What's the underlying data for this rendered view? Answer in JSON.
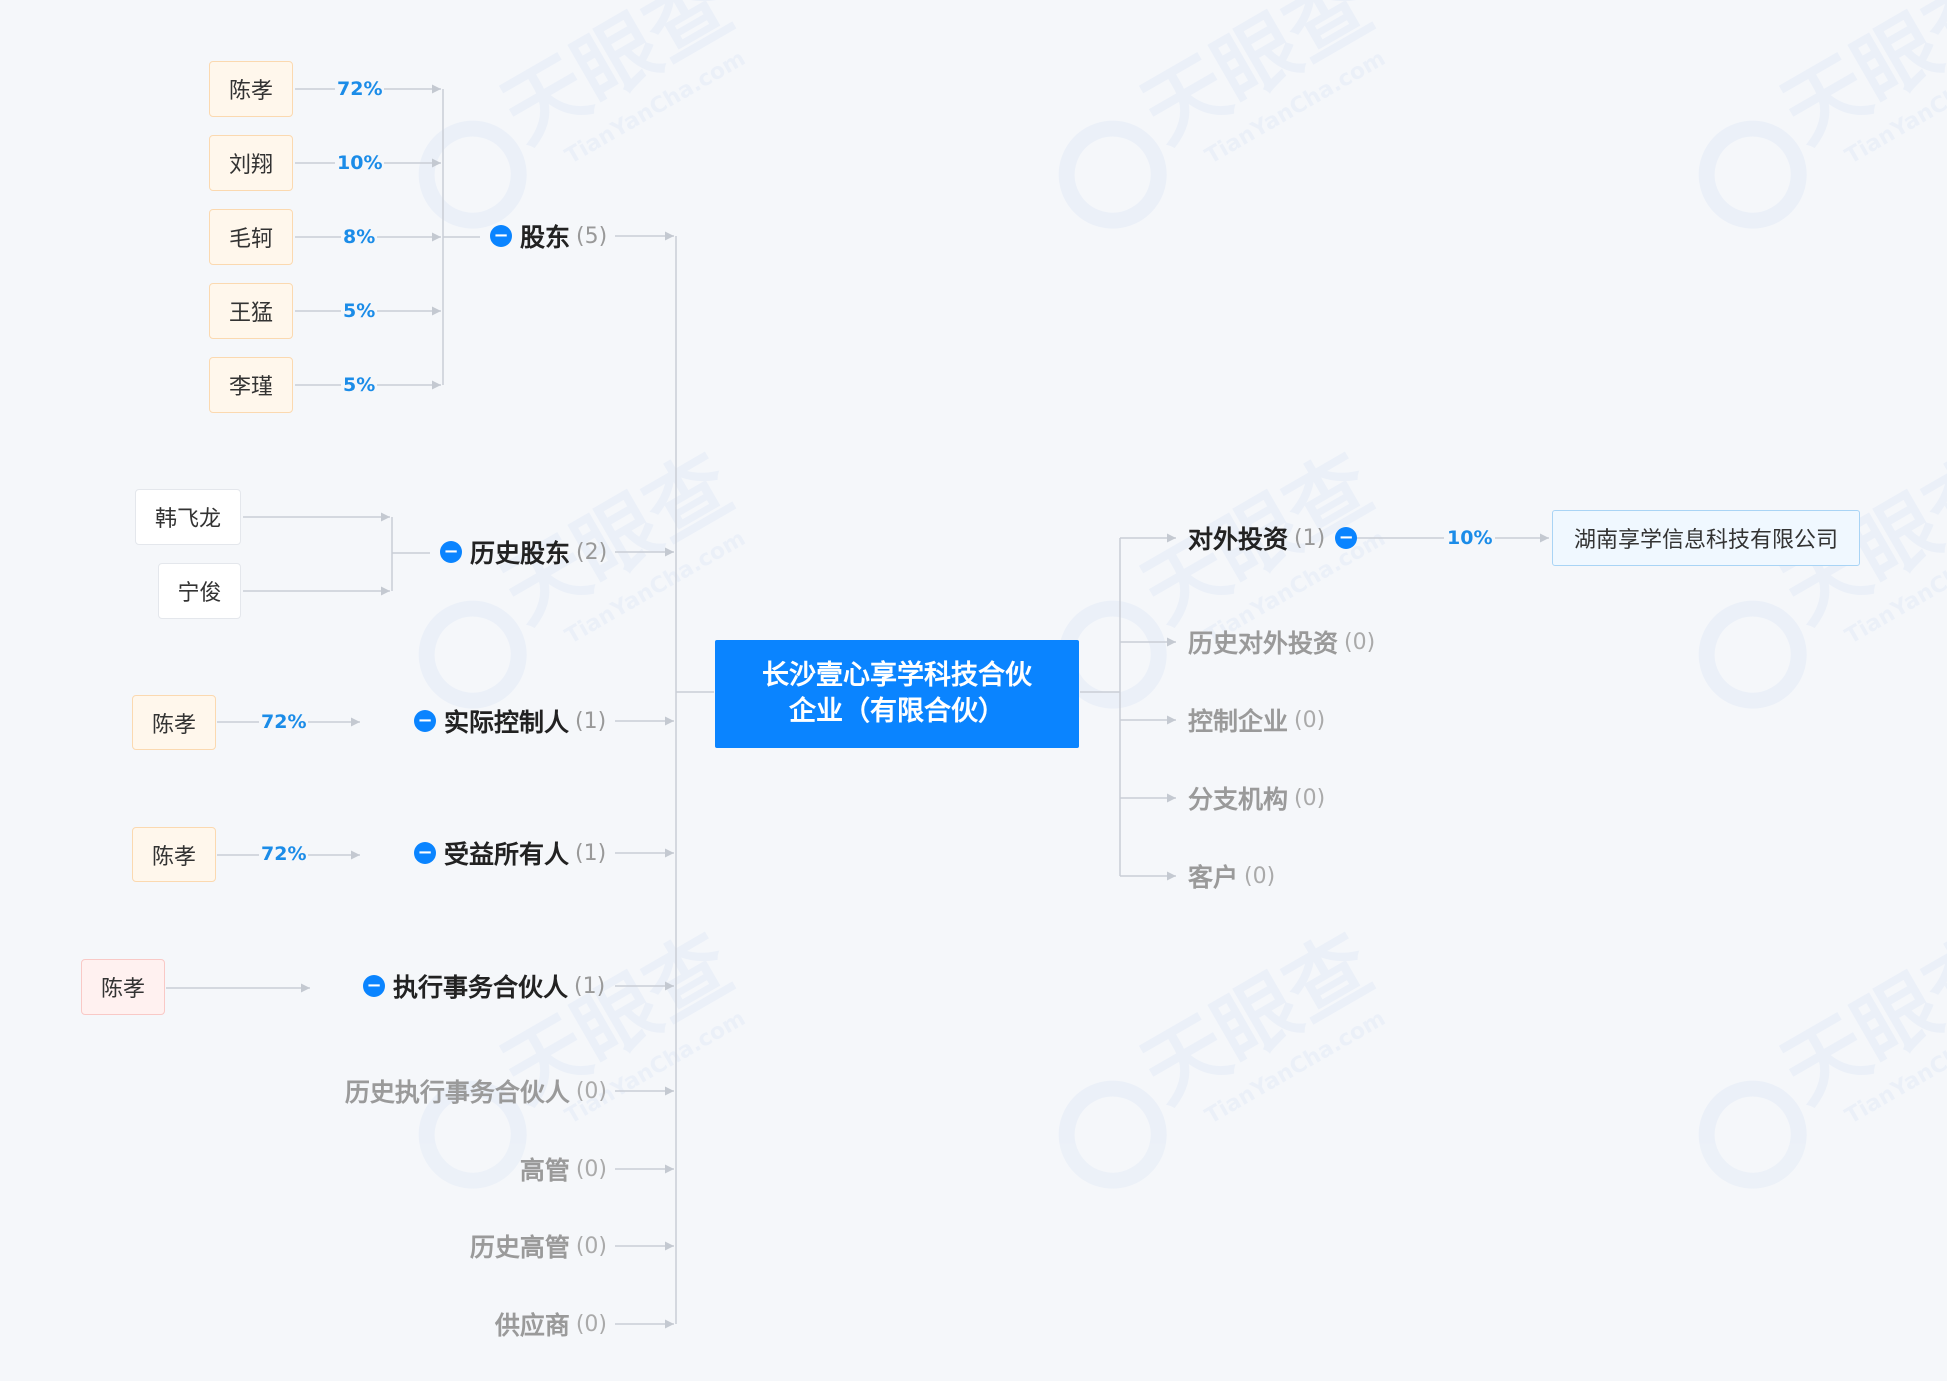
{
  "center": {
    "line1": "长沙壹心享学科技合伙",
    "line2": "企业（有限合伙）"
  },
  "left": {
    "shareholders": {
      "title": "股东",
      "count": "(5)",
      "items": [
        {
          "name": "陈孝",
          "pct": "72%"
        },
        {
          "name": "刘翔",
          "pct": "10%"
        },
        {
          "name": "毛轲",
          "pct": "8%"
        },
        {
          "name": "王猛",
          "pct": "5%"
        },
        {
          "name": "李瑾",
          "pct": "5%"
        }
      ]
    },
    "history_shareholders": {
      "title": "历史股东",
      "count": "(2)",
      "items": [
        "韩飞龙",
        "宁俊"
      ]
    },
    "actual_controller": {
      "title": "实际控制人",
      "count": "(1)",
      "name": "陈孝",
      "pct": "72%"
    },
    "beneficial_owner": {
      "title": "受益所有人",
      "count": "(1)",
      "name": "陈孝",
      "pct": "72%"
    },
    "executive_partner": {
      "title": "执行事务合伙人",
      "count": "(1)",
      "name": "陈孝"
    },
    "history_executive_partner": {
      "title": "历史执行事务合伙人",
      "count": "(0)"
    },
    "executives": {
      "title": "高管",
      "count": "(0)"
    },
    "history_executives": {
      "title": "历史高管",
      "count": "(0)"
    },
    "suppliers": {
      "title": "供应商",
      "count": "(0)"
    }
  },
  "right": {
    "investments": {
      "title": "对外投资",
      "count": "(1)",
      "pct": "10%",
      "target": "湖南享学信息科技有限公司"
    },
    "history_investments": {
      "title": "历史对外投资",
      "count": "(0)"
    },
    "controlled": {
      "title": "控制企业",
      "count": "(0)"
    },
    "branches": {
      "title": "分支机构",
      "count": "(0)"
    },
    "customers": {
      "title": "客户",
      "count": "(0)"
    }
  },
  "watermark": {
    "brand": "天眼查",
    "site": "TianYanCha.com"
  },
  "colors": {
    "accent": "#0a84ff",
    "percent": "#1b8ce8",
    "line": "#c9ced6",
    "holder_bg": "#fff7ec",
    "holder_border": "#fbd9b0",
    "person_bg": "#fff1f0",
    "person_border": "#f9c9c6",
    "target_bg": "#f0f8ff",
    "target_border": "#a9d4f5"
  }
}
